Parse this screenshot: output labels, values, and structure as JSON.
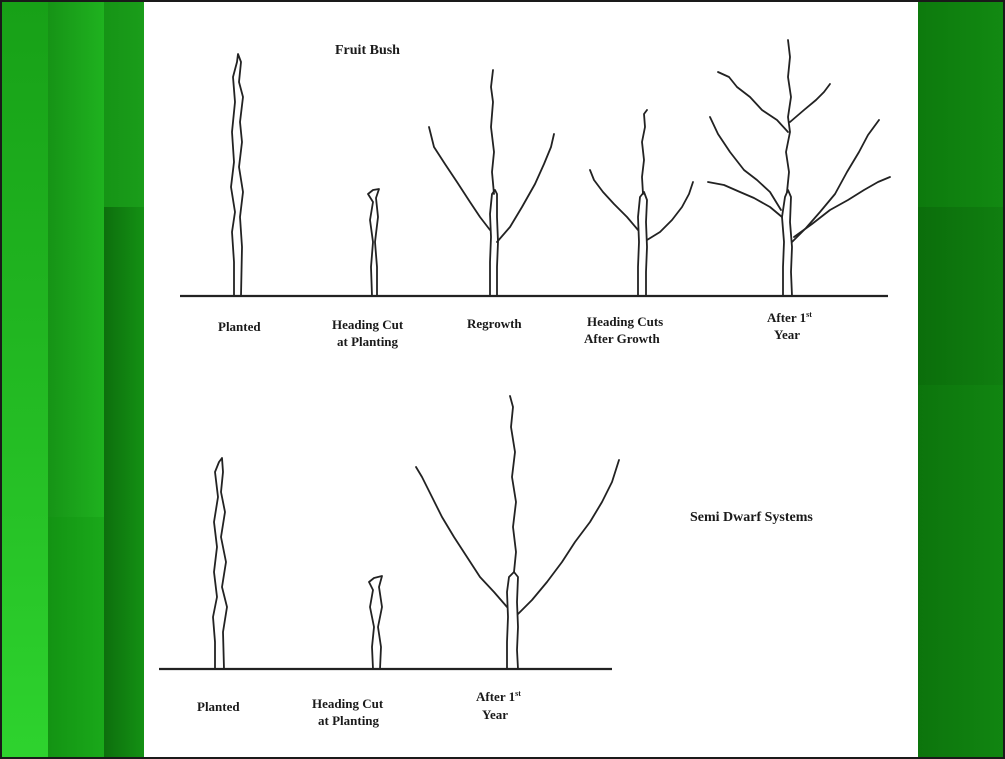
{
  "top_section": {
    "title": "Fruit Bush",
    "stages": [
      {
        "line1": "Planted",
        "line2": "",
        "sup": ""
      },
      {
        "line1": "Heading Cut",
        "line2": "at Planting",
        "sup": ""
      },
      {
        "line1": "Regrowth",
        "line2": "",
        "sup": ""
      },
      {
        "line1": "Heading Cuts",
        "line2": "After Growth",
        "sup": ""
      },
      {
        "line1": "After 1",
        "line2": "Year",
        "sup": "st"
      }
    ]
  },
  "bottom_section": {
    "title": "Semi Dwarf Systems",
    "stages": [
      {
        "line1": "Planted",
        "line2": "",
        "sup": ""
      },
      {
        "line1": "Heading Cut",
        "line2": "at Planting",
        "sup": ""
      },
      {
        "line1": "After 1",
        "line2": "Year",
        "sup": "st"
      }
    ]
  },
  "colors": {
    "background_green": "#128c12",
    "panel": "#ffffff",
    "line": "#222222"
  }
}
